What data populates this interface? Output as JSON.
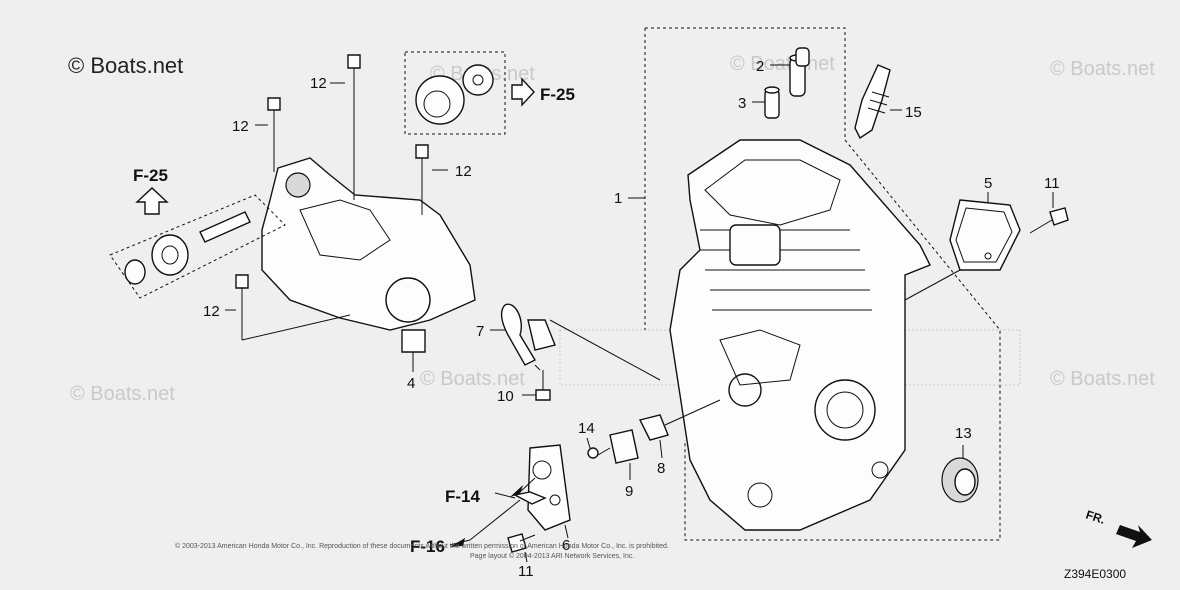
{
  "watermark": {
    "main": "© Boats.net",
    "faint": "© Boats.net"
  },
  "callouts": {
    "c1": "1",
    "c2": "2",
    "c3": "3",
    "c4": "4",
    "c5": "5",
    "c6": "6",
    "c7": "7",
    "c8": "8",
    "c9": "9",
    "c10": "10",
    "c11a": "11",
    "c11b": "11",
    "c12a": "12",
    "c12b": "12",
    "c12c": "12",
    "c12d": "12",
    "c13": "13",
    "c14": "14",
    "c15": "15"
  },
  "references": {
    "f25_top": "F-25",
    "f25_left": "F-25",
    "f14": "F-14",
    "f16": "F-16"
  },
  "direction_label": "FR.",
  "diagram_code": "Z394E0300",
  "copyright": {
    "line1": "© 2003-2013 American Honda Motor Co., Inc. Reproduction of these documents without the written permission of American Honda Motor Co., Inc. is prohibited.",
    "line2": "Page layout © 2004-2013 ARI Network Services, Inc."
  }
}
